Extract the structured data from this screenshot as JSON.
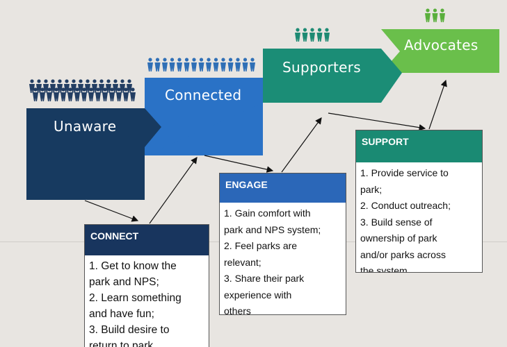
{
  "stages": [
    {
      "label": "Unaware",
      "color": "#173a60"
    },
    {
      "label": "Connected",
      "color": "#2a72c6"
    },
    {
      "label": "Supporters",
      "color": "#1b8d76"
    },
    {
      "label": "Advocates",
      "color": "#6abf4b"
    }
  ],
  "boxes": {
    "connect": {
      "title": "CONNECT",
      "color": "#18355e",
      "lines": [
        "1. Get to know the",
        "park and NPS;",
        "2. Learn something",
        "and have fun;",
        "3. Build desire to",
        "return to park"
      ]
    },
    "engage": {
      "title": "ENGAGE",
      "color": "#2b67b8",
      "lines": [
        "1. Gain comfort with",
        "park and NPS system;",
        "2. Feel parks are",
        "relevant;",
        "3. Share their park",
        "experience with",
        "others"
      ]
    },
    "support": {
      "title": "SUPPORT",
      "color": "#1a8a73",
      "lines": [
        "1. Provide service to",
        "park;",
        "2. Conduct outreach;",
        "3. Build sense of",
        "ownership of park",
        "and/or parks across",
        "the system"
      ]
    }
  },
  "icons": {
    "people_unaware": "people-group-icon",
    "people_connected": "people-group-icon",
    "people_supporters": "people-group-icon",
    "people_advocates": "people-group-icon"
  }
}
